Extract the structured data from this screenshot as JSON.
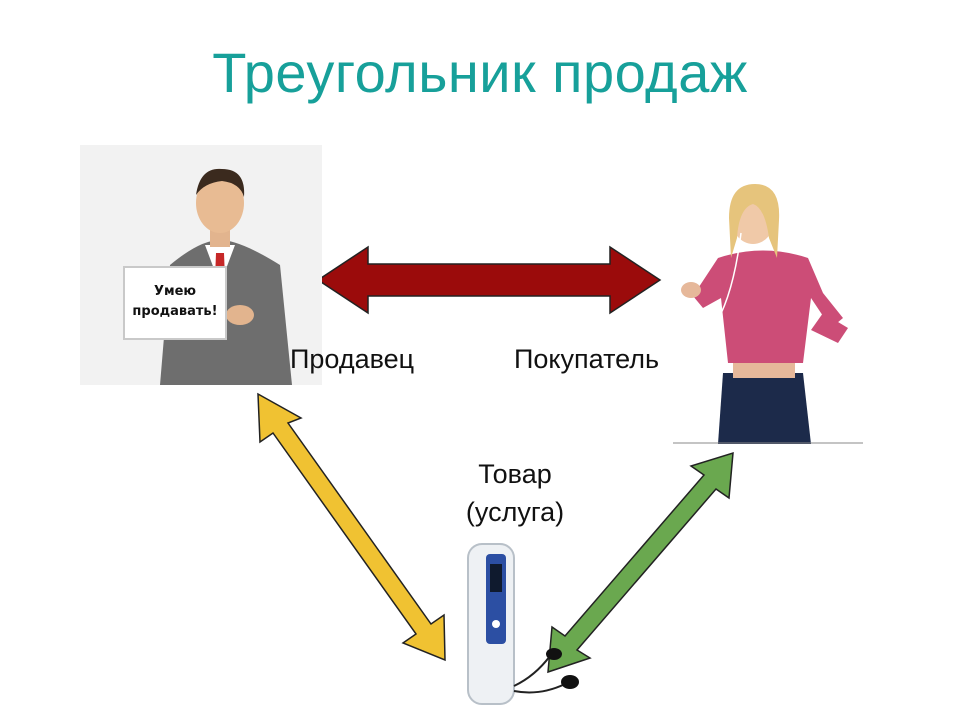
{
  "title": "Треугольник продаж",
  "labels": {
    "seller": "Продавец",
    "buyer": "Покупатель",
    "product_line1": "Товар",
    "product_line2": "(услуга)"
  },
  "sign": {
    "line1": "Умею",
    "line2": "продавать!"
  },
  "colors": {
    "title": "#17a09a",
    "arrow_seller_buyer": "#9b0b0b",
    "arrow_seller_product": "#f0c232",
    "arrow_buyer_product": "#6aa84f"
  },
  "icons": {
    "seller": "businessman-with-sign-photo",
    "buyer": "woman-with-music-player-photo",
    "product": "mp3-player-with-earphones-photo"
  }
}
